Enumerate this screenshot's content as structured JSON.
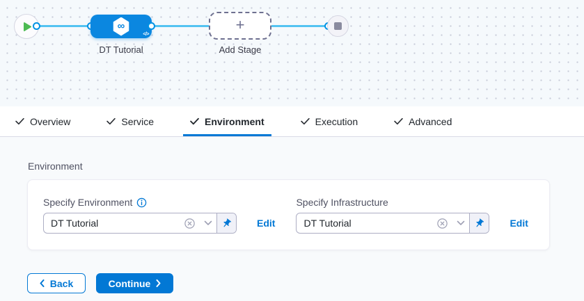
{
  "canvas": {
    "stage_label": "DT Tutorial",
    "add_stage_label": "Add Stage",
    "add_stage_plus": "+",
    "stage_icon": "infinity-hexagon",
    "stage_code_glyph": "</>"
  },
  "tabs": [
    {
      "label": "Overview",
      "checked": true,
      "active": false
    },
    {
      "label": "Service",
      "checked": true,
      "active": false
    },
    {
      "label": "Environment",
      "checked": true,
      "active": true
    },
    {
      "label": "Execution",
      "checked": true,
      "active": false
    },
    {
      "label": "Advanced",
      "checked": true,
      "active": false
    }
  ],
  "section": {
    "title": "Environment"
  },
  "fields": [
    {
      "label": "Specify Environment",
      "has_info": true,
      "value": "DT Tutorial",
      "edit_label": "Edit"
    },
    {
      "label": "Specify Infrastructure",
      "has_info": false,
      "value": "DT Tutorial",
      "edit_label": "Edit"
    }
  ],
  "footer": {
    "back_label": "Back",
    "continue_label": "Continue"
  },
  "colors": {
    "accent": "#0278d5",
    "node_blue": "#0b87e0",
    "connector_blue": "#54c3f1",
    "port_blue": "#0092e4",
    "play_green": "#4dbb53",
    "stop_gray": "#8a8b9f",
    "canvas_bg": "#f5f9fc",
    "content_bg": "#f8fafc"
  }
}
